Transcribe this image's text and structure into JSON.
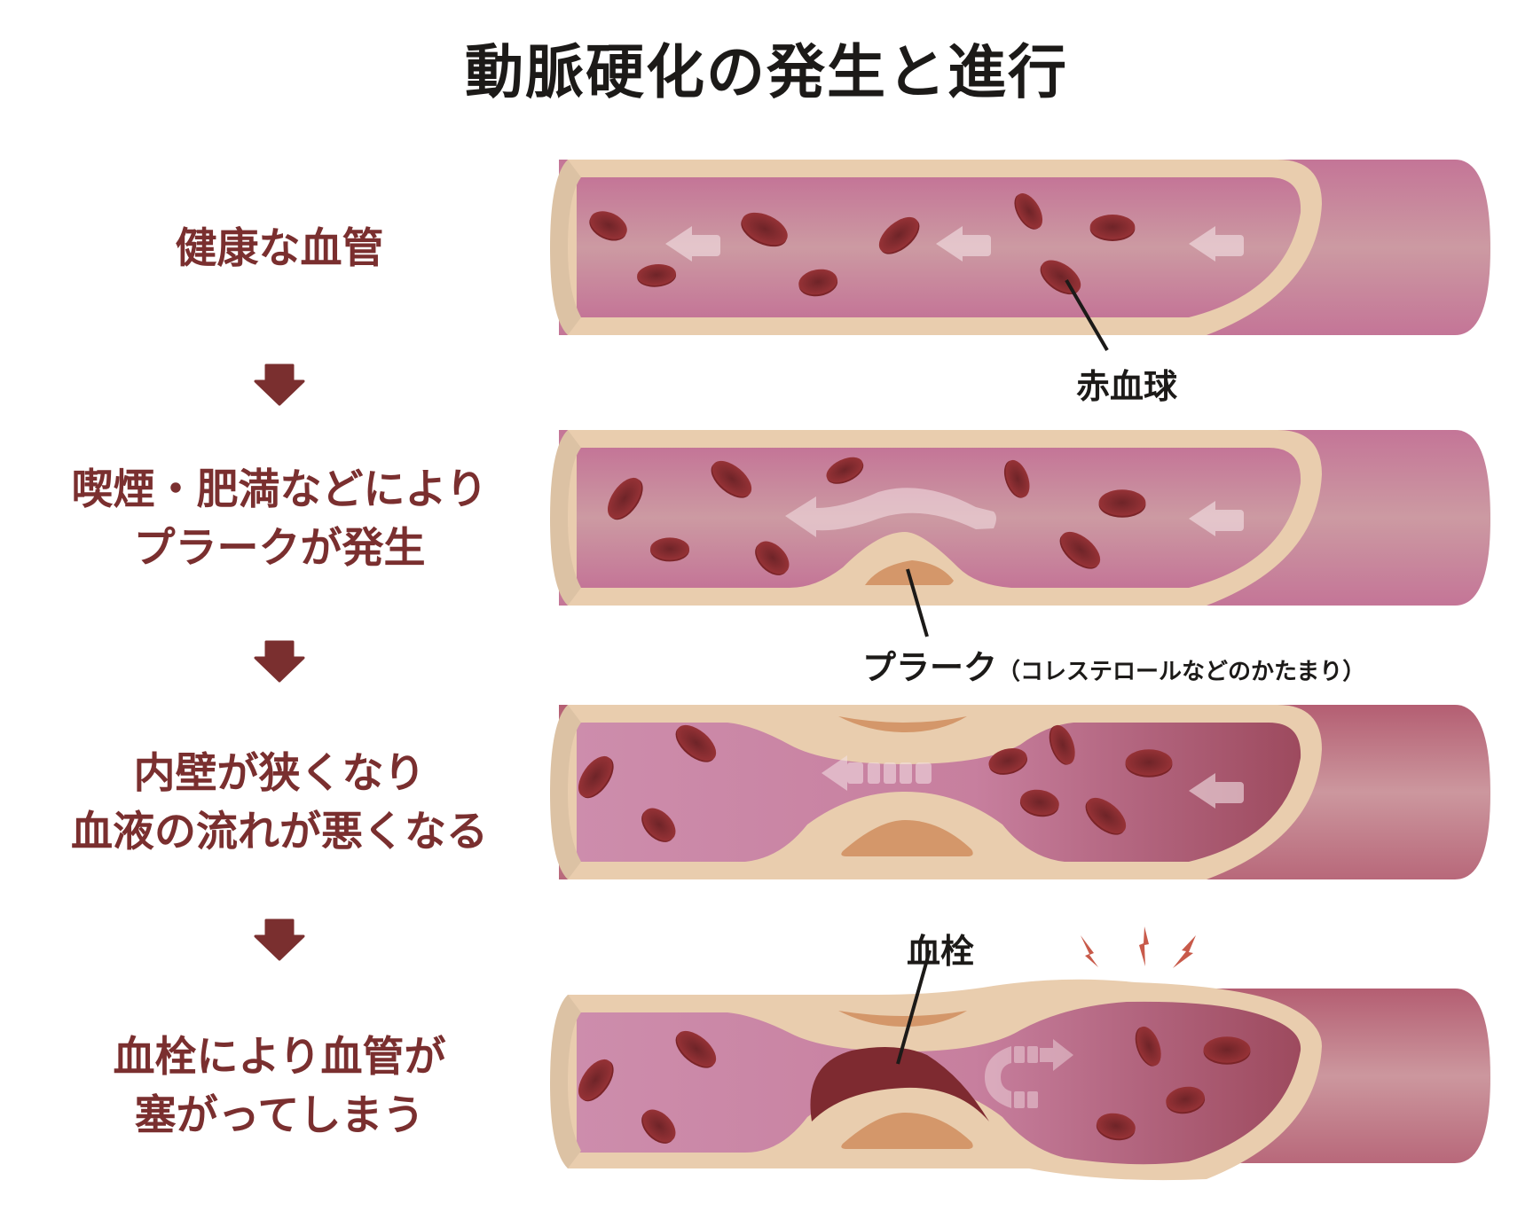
{
  "title": "動脈硬化の発生と進行",
  "steps": [
    {
      "lines": [
        "健康な血管"
      ]
    },
    {
      "lines": [
        "喫煙・肥満などにより",
        "プラークが発生"
      ]
    },
    {
      "lines": [
        "内壁が狭くなり",
        "血液の流れが悪くなる"
      ]
    },
    {
      "lines": [
        "血栓により血管が",
        "塞がってしまう"
      ]
    }
  ],
  "labels": {
    "red_blood_cell": "赤血球",
    "plaque": "プラーク",
    "plaque_note": "（コレステロールなどのかたまり）",
    "thrombus": "血栓"
  },
  "colors": {
    "text_accent": "#7a2f2f",
    "vessel_wall": "#e9cdae",
    "vessel_inner": "#c47a98",
    "plaque": "#d4976a",
    "rbc": "#8c2a2e",
    "thrombus": "#7e2a30",
    "alert": "#c85a4a"
  },
  "icons": [
    "down-arrow-icon",
    "flow-arrow-icon",
    "lightning-icon"
  ]
}
